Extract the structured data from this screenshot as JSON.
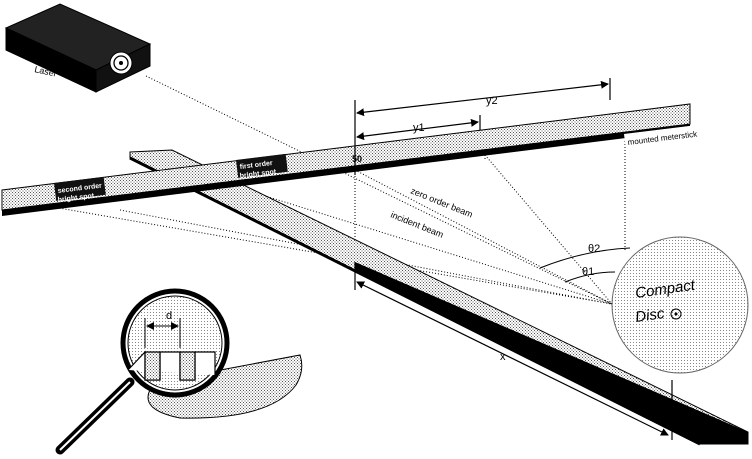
{
  "labels": {
    "laser": "Laser",
    "zero_order": "zero order beam",
    "incident": "incident beam",
    "first_order_line1": "first order",
    "first_order_line2": "bright spot",
    "second_order_line1": "second order",
    "second_order_line2": "bright spot",
    "meterstick": "mounted meterstick",
    "mark_50": "50",
    "y1": "y1",
    "y2": "y2",
    "x": "x",
    "theta1": "θ1",
    "theta2": "θ2",
    "cd_line1": "Compact",
    "cd_line2": "Disc",
    "d": "d"
  },
  "colors": {
    "ink": "#000000",
    "stipple": "#8c8c8c",
    "paper": "#ffffff"
  },
  "icons": {
    "laser_logo": "laser-emblem-icon",
    "cd_logo": "compact-disc-logo-icon",
    "magnifier": "magnifying-glass-icon"
  }
}
